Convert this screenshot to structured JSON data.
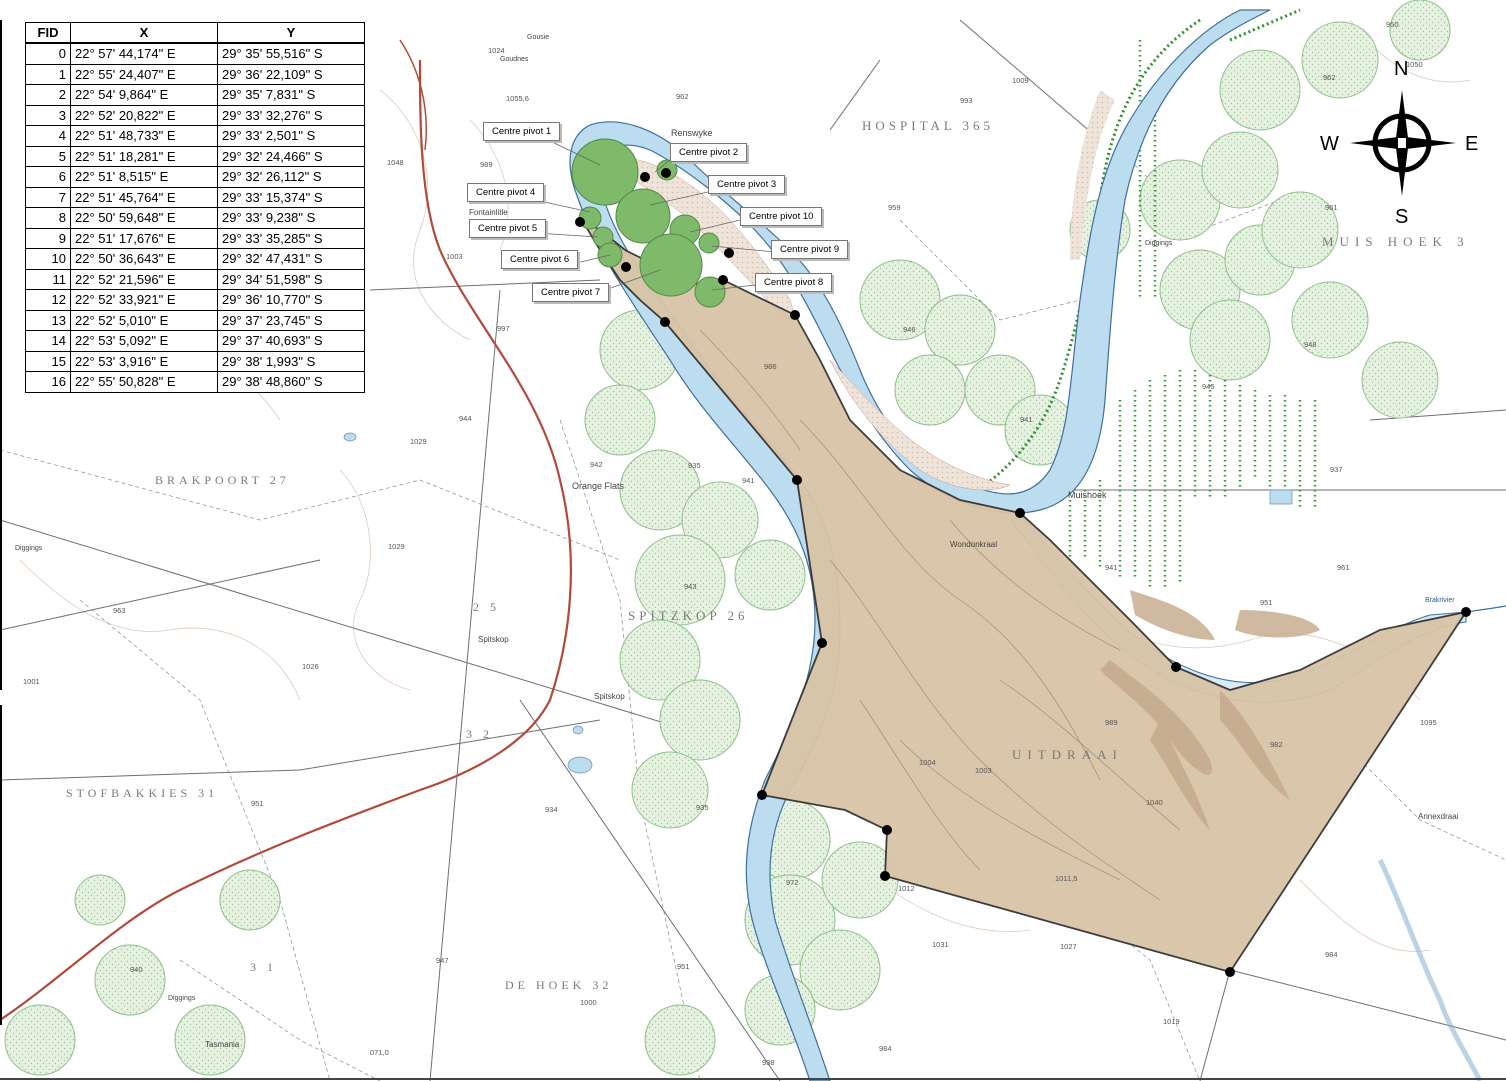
{
  "table": {
    "headers": [
      "FID",
      "X",
      "Y"
    ],
    "rows": [
      {
        "fid": "0",
        "x": "22° 57' 44,174\" E",
        "y": "29° 35' 55,516\" S"
      },
      {
        "fid": "1",
        "x": "22° 55' 24,407\" E",
        "y": "29° 36' 22,109\" S"
      },
      {
        "fid": "2",
        "x": "22° 54' 9,864\" E",
        "y": "29° 35' 7,831\" S"
      },
      {
        "fid": "3",
        "x": "22° 52' 20,822\" E",
        "y": "29° 33' 32,276\" S"
      },
      {
        "fid": "4",
        "x": "22° 51' 48,733\" E",
        "y": "29° 33' 2,501\" S"
      },
      {
        "fid": "5",
        "x": "22° 51' 18,281\" E",
        "y": "29° 32' 24,466\" S"
      },
      {
        "fid": "6",
        "x": "22° 51' 8,515\" E",
        "y": "29° 32' 26,112\" S"
      },
      {
        "fid": "7",
        "x": "22° 51' 45,764\" E",
        "y": "29° 33' 15,374\" S"
      },
      {
        "fid": "8",
        "x": "22° 50' 59,648\" E",
        "y": "29° 33' 9,238\" S"
      },
      {
        "fid": "9",
        "x": "22° 51' 17,676\" E",
        "y": "29° 33' 35,285\" S"
      },
      {
        "fid": "10",
        "x": "22° 50' 36,643\" E",
        "y": "29° 32' 47,431\" S"
      },
      {
        "fid": "11",
        "x": "22° 52' 21,596\" E",
        "y": "29° 34' 51,598\" S"
      },
      {
        "fid": "12",
        "x": "22° 52' 33,921\" E",
        "y": "29° 36' 10,770\" S"
      },
      {
        "fid": "13",
        "x": "22° 52' 5,010\" E",
        "y": "29° 37' 23,745\" S"
      },
      {
        "fid": "14",
        "x": "22° 53' 5,092\" E",
        "y": "29° 37' 40,693\" S"
      },
      {
        "fid": "15",
        "x": "22° 53' 3,916\" E",
        "y": "29° 38' 1,993\" S"
      },
      {
        "fid": "16",
        "x": "22° 55' 50,828\" E",
        "y": "29° 38' 48,860\" S"
      }
    ]
  },
  "pivots": [
    {
      "name": "pivot-1",
      "label": "Centre pivot 1"
    },
    {
      "name": "pivot-2",
      "label": "Centre pivot 2"
    },
    {
      "name": "pivot-3",
      "label": "Centre pivot 3"
    },
    {
      "name": "pivot-4",
      "label": "Centre pivot 4"
    },
    {
      "name": "pivot-5",
      "label": "Centre pivot 5"
    },
    {
      "name": "pivot-6",
      "label": "Centre pivot 6"
    },
    {
      "name": "pivot-7",
      "label": "Centre pivot 7"
    },
    {
      "name": "pivot-8",
      "label": "Centre pivot 8"
    },
    {
      "name": "pivot-9",
      "label": "Centre pivot 9"
    },
    {
      "name": "pivot-10",
      "label": "Centre pivot 10"
    }
  ],
  "compass": {
    "n": "N",
    "s": "S",
    "e": "E",
    "w": "W"
  },
  "farm_names": {
    "hospital": "HOSPITAL 365",
    "muis_hoek": "MUIS HOEK 3",
    "brakpoort": "BRAKPOORT 27",
    "spitzkop": "SPITZKOP 26",
    "uitdraai": "UITDRAAI",
    "stofbakkies": "STOFBAKKIES 31",
    "de_hoek": "DE HOEK 32",
    "num_32": "3 2",
    "num_31": "3 1",
    "num_25": "2 5"
  },
  "places": {
    "renswyke": "Renswyke",
    "fontainlittle": "Fontainlitle",
    "orange_flats": "Orange Flats",
    "spitskop": "Spitskop",
    "spitskop2": "Spitskop",
    "muishoek": "Muishoek",
    "wondonkraal": "Wondonkraal",
    "annexdraai": "Annexdraai",
    "tasmania": "Tasmania",
    "diggings1": "Diggings",
    "diggings2": "Diggings",
    "diggings3": "Diggings",
    "brakrivier": "Brakrivier",
    "goudnes": "Goudnes",
    "gousie": "Gousie"
  },
  "spot_heights": [
    "1024",
    "1009",
    "1055,6",
    "962",
    "989",
    "1048",
    "959",
    "993",
    "950",
    "962",
    "961",
    "997",
    "1003",
    "944",
    "1029",
    "942",
    "935",
    "941",
    "946",
    "941",
    "945",
    "948",
    "937",
    "941",
    "943",
    "951",
    "961",
    "1095",
    "1029",
    "963",
    "1026",
    "1001",
    "951",
    "934",
    "935",
    "972",
    "1012",
    "1031",
    "1027",
    "1019",
    "984",
    "947",
    "951",
    "940",
    "1000",
    "1003",
    "989",
    "1040",
    "982",
    "1004",
    "1011,5",
    "984",
    "071,0",
    "938",
    "986",
    "1050"
  ],
  "colors": {
    "project_area": "#d9c4a6",
    "river": "#b9dcf0",
    "pivot_fill": "#82bd6e",
    "field_fill": "#e4f0e0",
    "orchard_dot": "#3a9a3a",
    "road": "#b24a3a"
  }
}
